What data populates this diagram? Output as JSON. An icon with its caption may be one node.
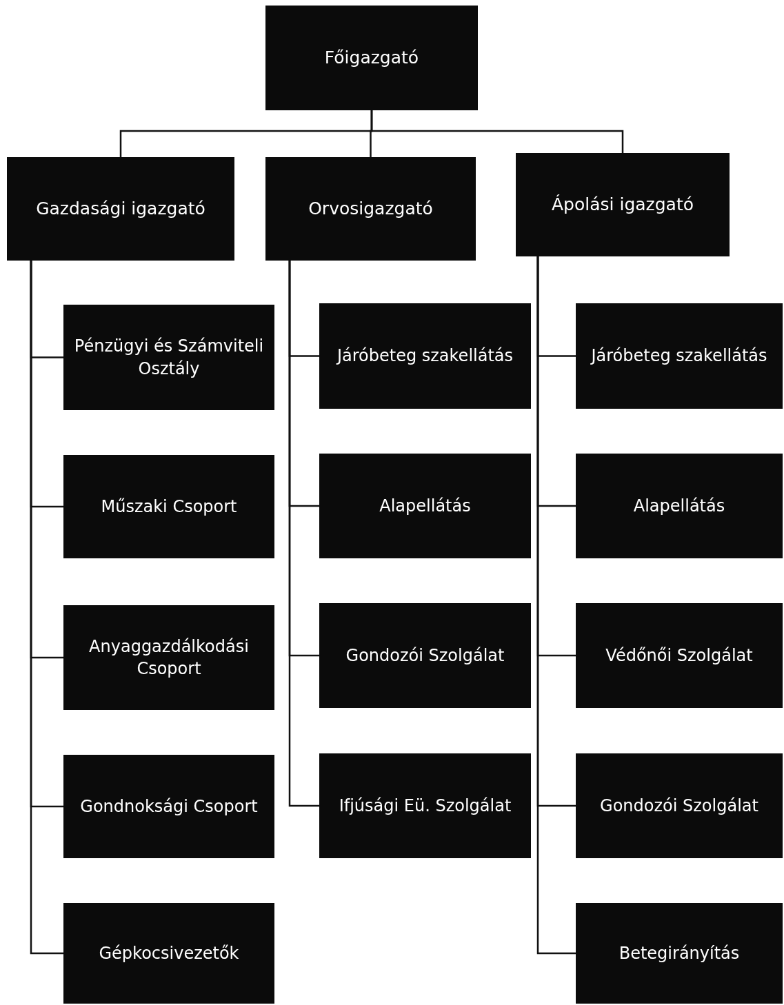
{
  "diagram": {
    "nodes": [
      {
        "text": [
          "Főigazgató"
        ]
      },
      {
        "text": [
          "Gazdasági igazgató"
        ]
      },
      {
        "text": [
          "Orvosigazgató"
        ]
      },
      {
        "text": [
          "Ápolási igazgató"
        ]
      },
      {
        "text": [
          "Pénzügyi és Számviteli Osztály"
        ]
      },
      {
        "text": [
          "Műszaki Csoport"
        ]
      },
      {
        "text": [
          "Anyaggazdálkodási Csoport"
        ]
      },
      {
        "text": [
          "Gondnoksági Csoport"
        ]
      },
      {
        "text": [
          "Gépkocsivezetők"
        ]
      },
      {
        "text": [
          "Járóbeteg szakellátás"
        ]
      },
      {
        "text": [
          "Alapellátás"
        ]
      },
      {
        "text": [
          "Gondozói Szolgálat"
        ]
      },
      {
        "text": [
          "Ifjúsági Eü. Szolgálat"
        ]
      },
      {
        "text": [
          "Járóbeteg szakellátás"
        ]
      },
      {
        "text": [
          "Alapellátás"
        ]
      },
      {
        "text": [
          "Védőnői Szolgálat"
        ]
      },
      {
        "text": [
          "Gondozói Szolgálat"
        ]
      },
      {
        "text": [
          "Betegirányítás"
        ]
      }
    ],
    "edges": [
      {
        "from": 0,
        "to": 1,
        "arrow": "none"
      },
      {
        "from": 0,
        "to": 2,
        "arrow": "none"
      },
      {
        "from": 0,
        "to": 3,
        "arrow": "none"
      },
      {
        "from": 1,
        "to": 4,
        "arrow": "none"
      },
      {
        "from": 1,
        "to": 5,
        "arrow": "none"
      },
      {
        "from": 1,
        "to": 6,
        "arrow": "none"
      },
      {
        "from": 1,
        "to": 7,
        "arrow": "none"
      },
      {
        "from": 1,
        "to": 8,
        "arrow": "none"
      },
      {
        "from": 2,
        "to": 9,
        "arrow": "none"
      },
      {
        "from": 2,
        "to": 10,
        "arrow": "none"
      },
      {
        "from": 2,
        "to": 11,
        "arrow": "none"
      },
      {
        "from": 2,
        "to": 12,
        "arrow": "none"
      },
      {
        "from": 3,
        "to": 13,
        "arrow": "none"
      },
      {
        "from": 3,
        "to": 14,
        "arrow": "none"
      },
      {
        "from": 3,
        "to": 15,
        "arrow": "none"
      },
      {
        "from": 3,
        "to": 16,
        "arrow": "none"
      },
      {
        "from": 3,
        "to": 17,
        "arrow": "none"
      }
    ]
  }
}
